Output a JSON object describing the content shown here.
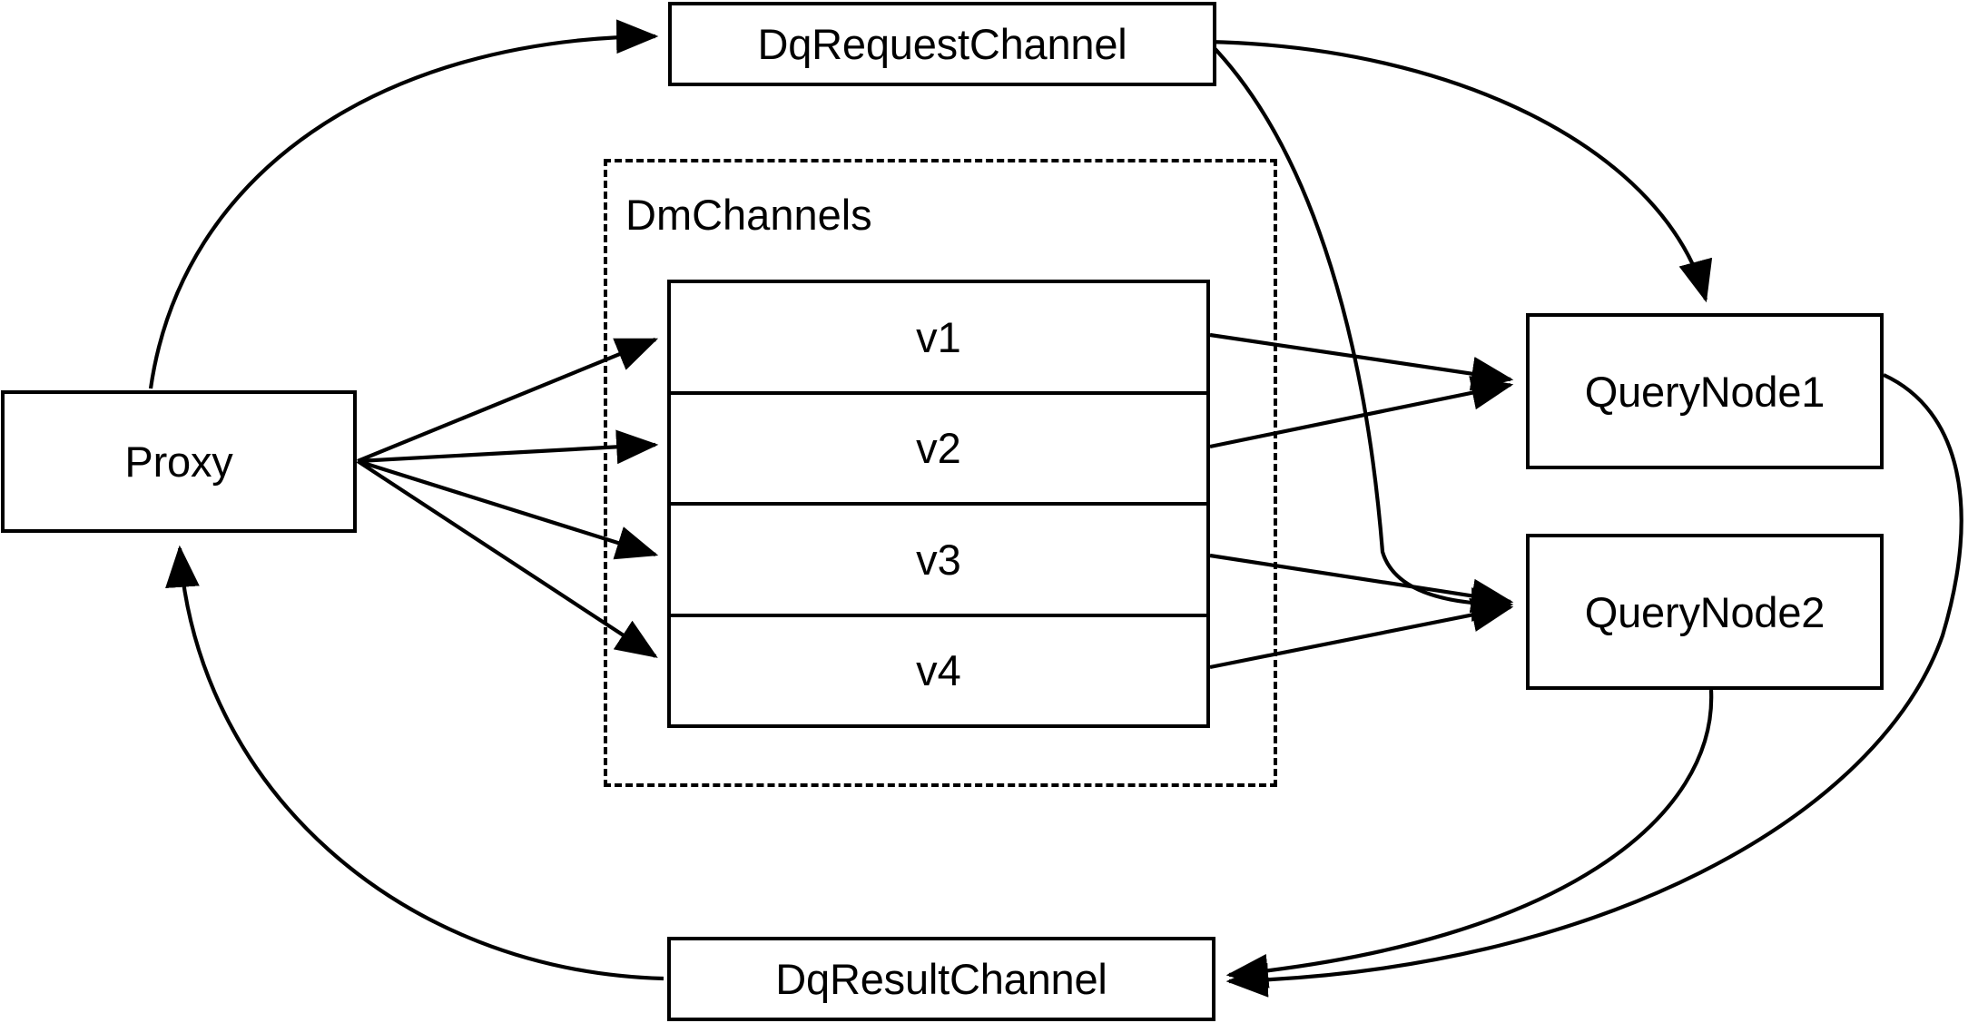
{
  "diagram": {
    "title": "Milvus distributed query channel flow",
    "type": "node-edge-diagram",
    "stroke_color": "#000000",
    "background_color": "#ffffff",
    "nodes": {
      "dq_request_channel": {
        "label": "DqRequestChannel"
      },
      "dq_result_channel": {
        "label": "DqResultChannel"
      },
      "proxy": {
        "label": "Proxy"
      },
      "query_node_1": {
        "label": "QueryNode1"
      },
      "query_node_2": {
        "label": "QueryNode2"
      }
    },
    "group": {
      "label": "DmChannels",
      "channels": [
        {
          "label": "v1"
        },
        {
          "label": "v2"
        },
        {
          "label": "v3"
        },
        {
          "label": "v4"
        }
      ]
    },
    "edges": [
      {
        "from": "Proxy",
        "to": "DqRequestChannel",
        "style": "curved",
        "arrow": "to"
      },
      {
        "from": "DqRequestChannel",
        "to": "QueryNode1",
        "style": "curved",
        "arrow": "to"
      },
      {
        "from": "DqRequestChannel",
        "to": "QueryNode2",
        "style": "curved",
        "arrow": "to"
      },
      {
        "from": "Proxy",
        "to": "v1",
        "style": "straight",
        "arrow": "to"
      },
      {
        "from": "Proxy",
        "to": "v2",
        "style": "straight",
        "arrow": "to"
      },
      {
        "from": "Proxy",
        "to": "v3",
        "style": "straight",
        "arrow": "to"
      },
      {
        "from": "Proxy",
        "to": "v4",
        "style": "straight",
        "arrow": "to"
      },
      {
        "from": "v1",
        "to": "QueryNode1",
        "style": "straight",
        "arrow": "to"
      },
      {
        "from": "v2",
        "to": "QueryNode1",
        "style": "straight",
        "arrow": "to"
      },
      {
        "from": "v3",
        "to": "QueryNode2",
        "style": "straight",
        "arrow": "to"
      },
      {
        "from": "v4",
        "to": "QueryNode2",
        "style": "straight",
        "arrow": "to"
      },
      {
        "from": "QueryNode1",
        "to": "DqResultChannel",
        "style": "curved",
        "arrow": "to"
      },
      {
        "from": "QueryNode2",
        "to": "DqResultChannel",
        "style": "curved",
        "arrow": "to"
      },
      {
        "from": "DqResultChannel",
        "to": "Proxy",
        "style": "curved",
        "arrow": "to"
      }
    ]
  }
}
